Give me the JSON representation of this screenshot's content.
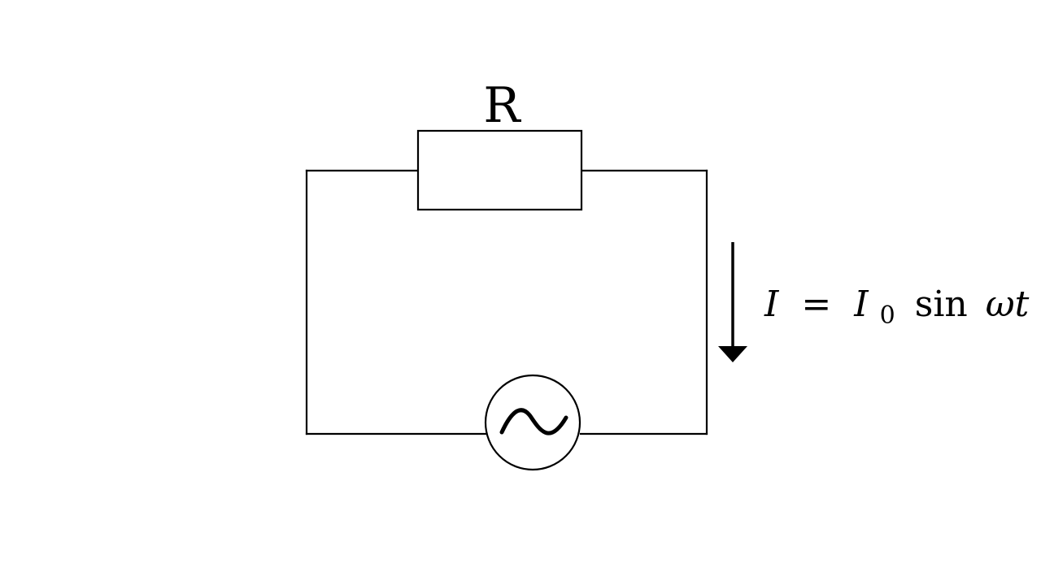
{
  "diagram": {
    "resistor_label": "R",
    "current_equation": {
      "lhs": "I",
      "equals": "=",
      "amplitude": "I",
      "amplitude_subscript": "0",
      "function": "sin",
      "argument": "ωt"
    },
    "stroke_color": "#000000",
    "background_color": "#ffffff",
    "source_icon": "ac-source-sine-icon",
    "arrow_icon": "current-direction-arrow-icon"
  }
}
